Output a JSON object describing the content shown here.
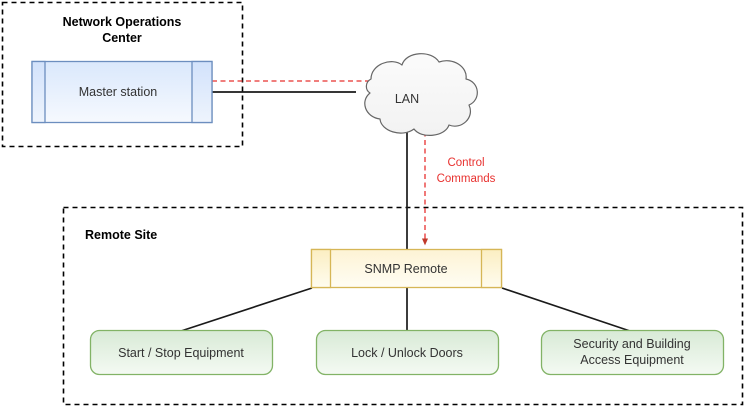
{
  "diagram": {
    "title_hidden": "",
    "groups": [
      {
        "id": "network-operations-center",
        "label_line1": "Network Operations",
        "label_line2": "Center",
        "border_style": "dashed",
        "border_color": "#000000"
      },
      {
        "id": "remote-site",
        "label": "Remote Site",
        "border_style": "dashed",
        "border_color": "#000000"
      }
    ],
    "nodes": {
      "master_station": {
        "label": "Master station",
        "shape": "node-3d",
        "fill_start": "#dae8fc",
        "fill_end": "#f4f8fe",
        "stroke": "#6c8ebf"
      },
      "lan_cloud": {
        "label": "LAN",
        "shape": "cloud",
        "fill": "#f7f7f7",
        "stroke": "#666666"
      },
      "snmp_remote": {
        "label": "SNMP Remote",
        "shape": "node-3d",
        "fill_start": "#fff2cc",
        "fill_end": "#fffdf5",
        "stroke": "#d6b656"
      }
    },
    "equipment": [
      {
        "id": "start-stop-equipment",
        "line1": "Start / Stop Equipment",
        "line2": ""
      },
      {
        "id": "lock-unlock-doors",
        "line1": "Lock / Unlock Doors",
        "line2": ""
      },
      {
        "id": "security-building-access",
        "line1": "Security and Building",
        "line2": "Access Equipment"
      }
    ],
    "equipment_style": {
      "fill_start": "#d5e8d4",
      "fill_end": "#f3f9f2",
      "stroke": "#82b366"
    },
    "edges": [
      {
        "id": "control-commands",
        "label_line1": "Control",
        "label_line2": "Commands",
        "color": "#e8312f",
        "style": "dashed",
        "arrow": "down"
      }
    ],
    "colors": {
      "line": "#1a1a1a",
      "accent_red": "#e8312f",
      "blue_stroke": "#6c8ebf",
      "amber_stroke": "#d6b656",
      "green_stroke": "#82b366"
    }
  }
}
